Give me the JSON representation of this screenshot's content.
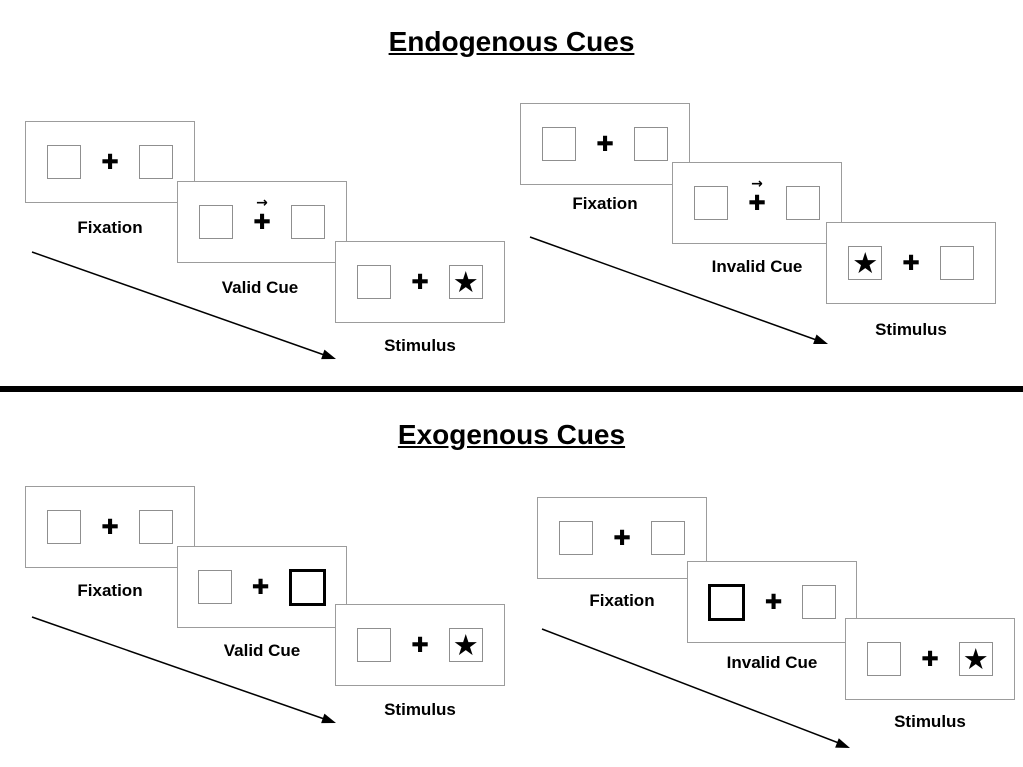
{
  "glyphs": {
    "plus": "✚",
    "cue_arrow": "→",
    "star": "★"
  },
  "sections": [
    {
      "title": "Endogenous Cues",
      "groups": [
        {
          "type": "valid",
          "panels": [
            {
              "label": "Fixation"
            },
            {
              "label": "Valid Cue"
            },
            {
              "label": "Stimulus"
            }
          ]
        },
        {
          "type": "invalid",
          "panels": [
            {
              "label": "Fixation"
            },
            {
              "label": "Invalid Cue"
            },
            {
              "label": "Stimulus"
            }
          ]
        }
      ]
    },
    {
      "title": "Exogenous Cues",
      "groups": [
        {
          "type": "valid",
          "panels": [
            {
              "label": "Fixation"
            },
            {
              "label": "Valid Cue"
            },
            {
              "label": "Stimulus"
            }
          ]
        },
        {
          "type": "invalid",
          "panels": [
            {
              "label": "Fixation"
            },
            {
              "label": "Invalid Cue"
            },
            {
              "label": "Stimulus"
            }
          ]
        }
      ]
    }
  ]
}
